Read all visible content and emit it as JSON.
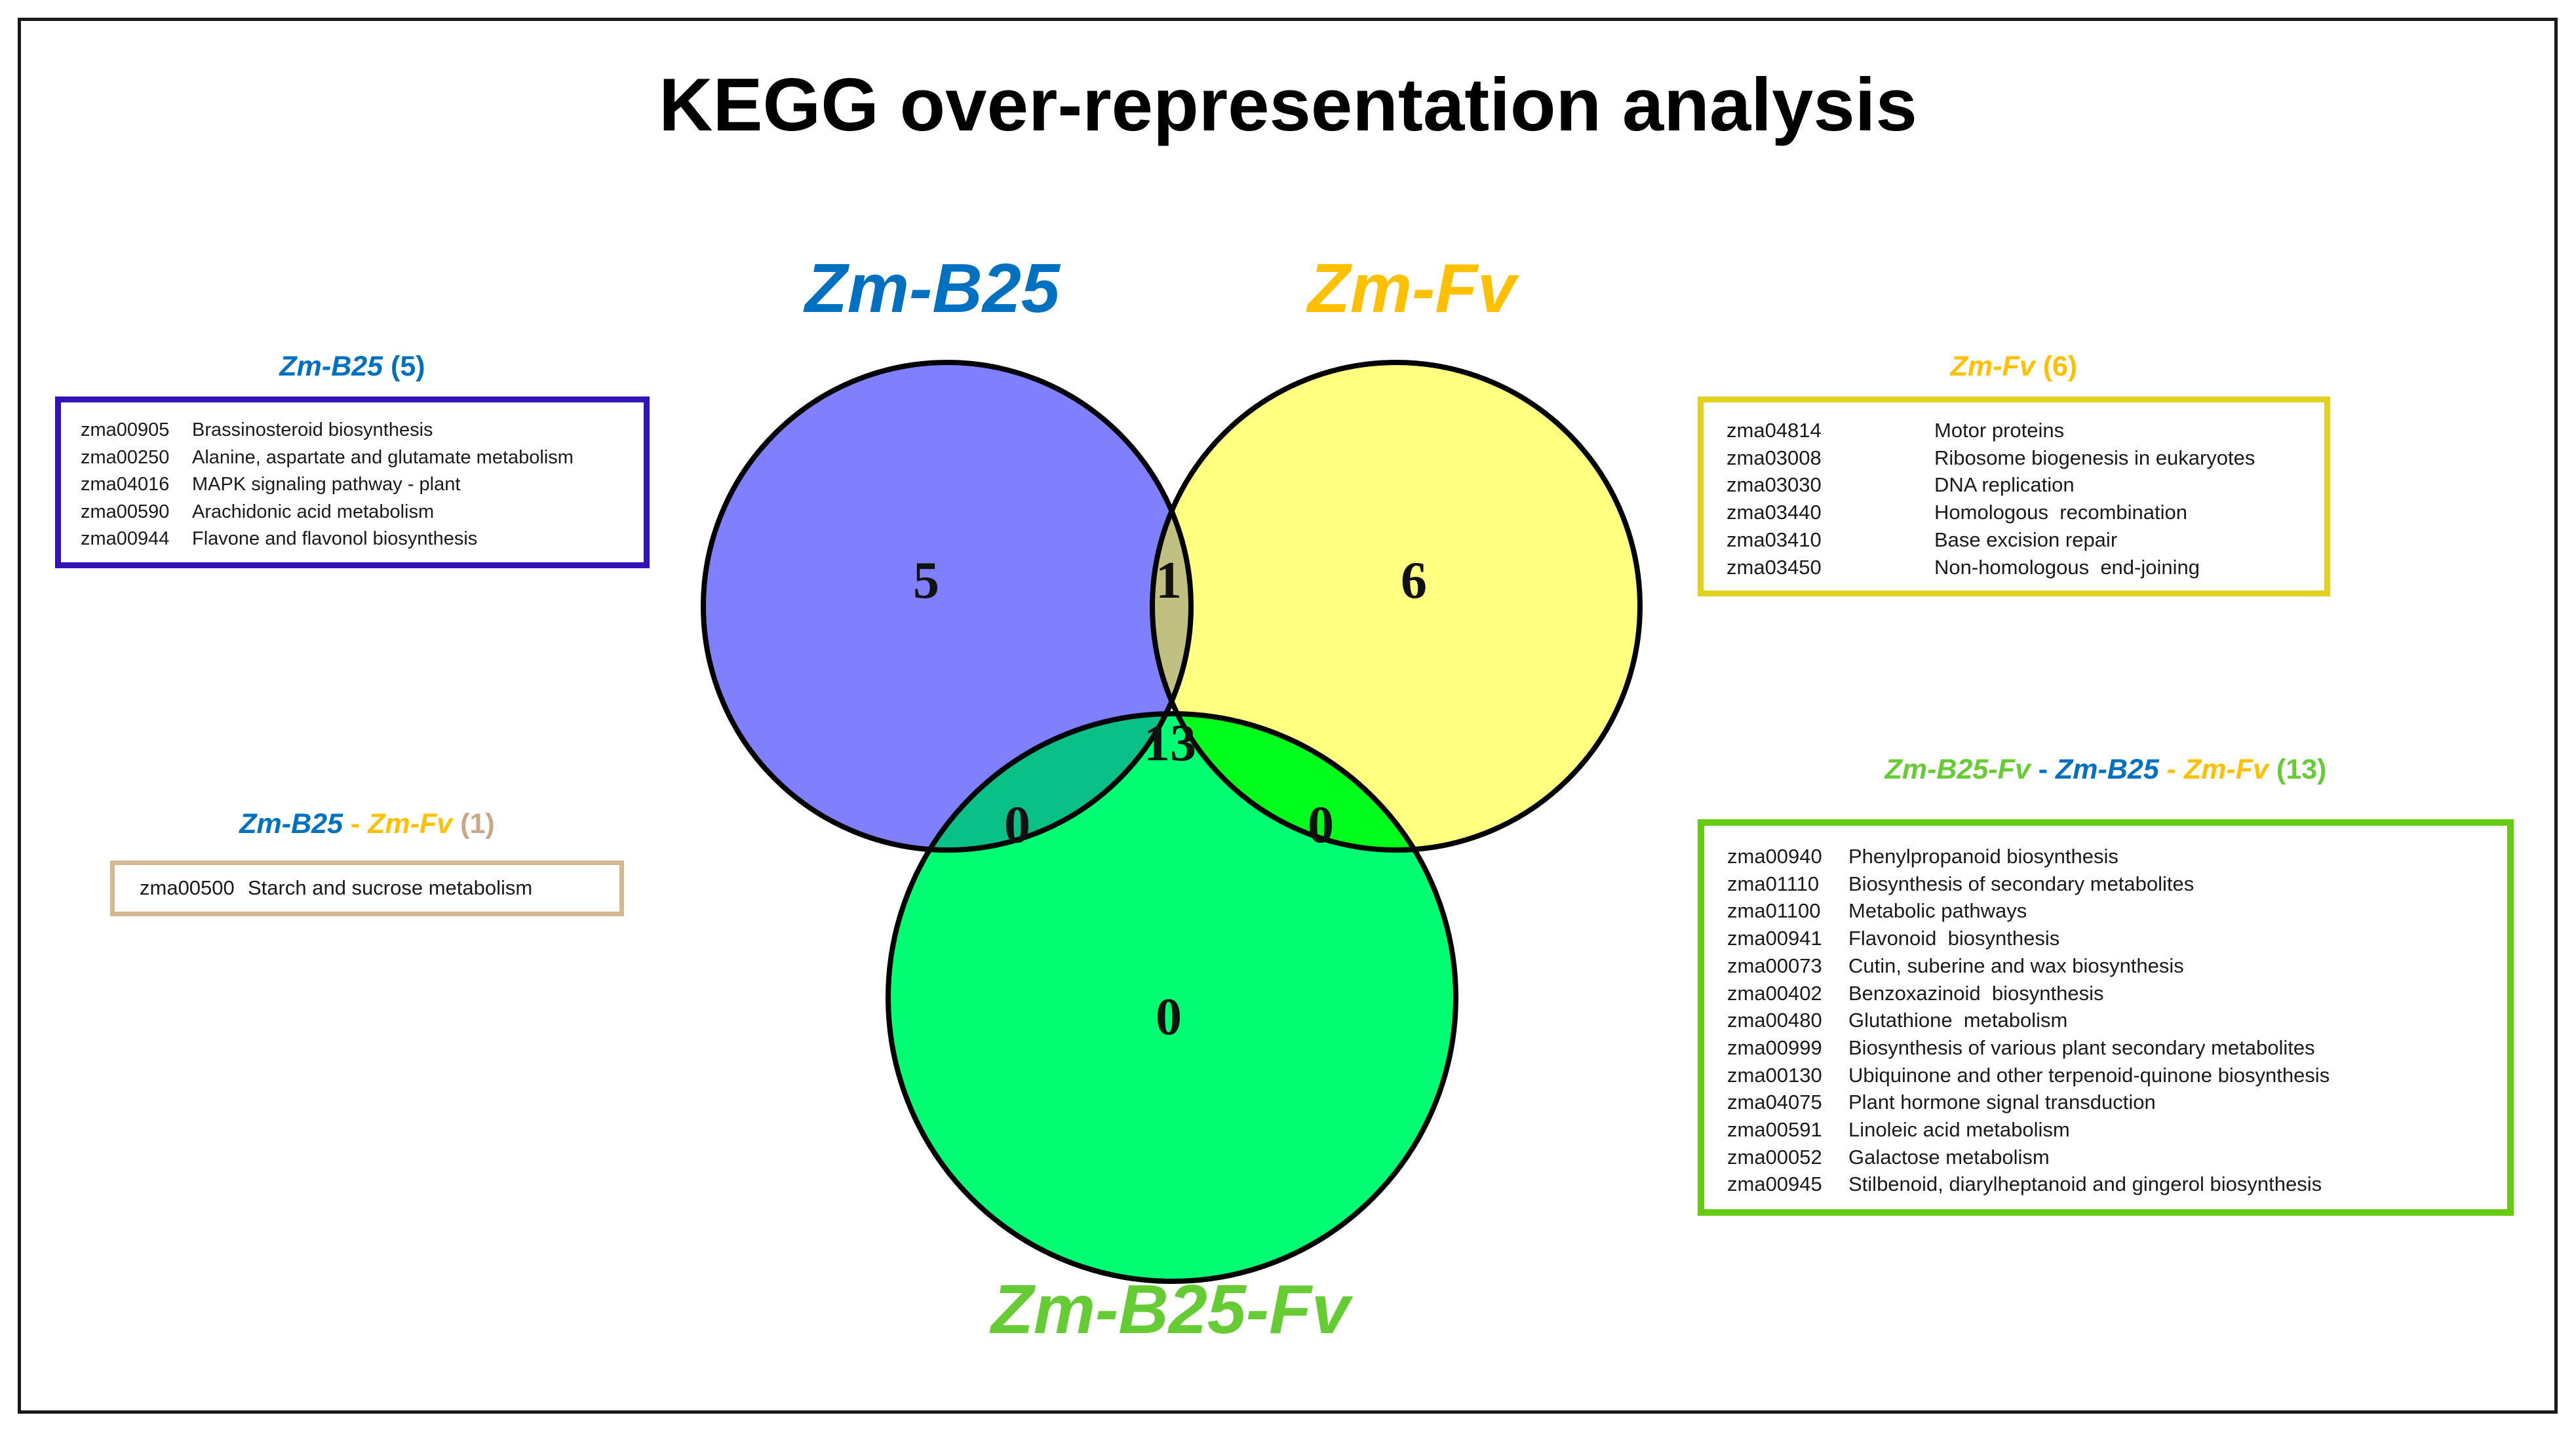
{
  "title": "KEGG over-representation analysis",
  "colors": {
    "b25": "#0070c0",
    "fv": "#ffc000",
    "b25fv": "#66cc33",
    "b25_box": "#3311bb",
    "fv_box": "#e0d21e",
    "combined_box": "#66cc11",
    "pair_box": "#d4b890",
    "pair_count": "#c8a888"
  },
  "venn": {
    "sets": [
      {
        "label": "Zm-B25",
        "fill": "#8080ff"
      },
      {
        "label": "Zm-Fv",
        "fill": "#ffff80"
      },
      {
        "label": "Zm-B25-Fv",
        "fill": "#00ff73"
      }
    ],
    "regions": {
      "b25_only": "5",
      "fv_only": "6",
      "b25fv_only": "0",
      "b25_fv": "1",
      "b25_b25fv": "0",
      "fv_b25fv": "0",
      "all": "13"
    },
    "region_fills": {
      "b25_fv": "#c0c080",
      "b25_b25fv": "#08c088",
      "fv_b25fv": "#00ff1a",
      "all": "#00d838"
    }
  },
  "boxes": {
    "b25": {
      "heading_name": "Zm-B25",
      "heading_count": "(5)",
      "rows": [
        {
          "id": "zma00905",
          "name": "Brassinosteroid biosynthesis"
        },
        {
          "id": "zma00250",
          "name": "Alanine, aspartate and glutamate metabolism"
        },
        {
          "id": "zma04016",
          "name": "MAPK signaling pathway - plant"
        },
        {
          "id": "zma00590",
          "name": "Arachidonic acid metabolism"
        },
        {
          "id": "zma00944",
          "name": "Flavone and flavonol biosynthesis"
        }
      ]
    },
    "fv": {
      "heading_name": "Zm-Fv",
      "heading_count": "(6)",
      "rows": [
        {
          "id": "zma04814",
          "name": "Motor proteins"
        },
        {
          "id": "zma03008",
          "name": "Ribosome biogenesis in eukaryotes"
        },
        {
          "id": "zma03030",
          "name": "DNA replication"
        },
        {
          "id": "zma03440",
          "name": "Homologous  recombination"
        },
        {
          "id": "zma03410",
          "name": "Base excision repair"
        },
        {
          "id": "zma03450",
          "name": "Non-homologous  end-joining"
        }
      ]
    },
    "pair": {
      "heading_a": "Zm-B25",
      "heading_sep": " - ",
      "heading_b": "Zm-Fv",
      "heading_count": "(1)",
      "rows": [
        {
          "id": "zma00500",
          "name": "Starch and sucrose metabolism"
        }
      ]
    },
    "combined": {
      "heading_a": "Zm-B25-Fv",
      "heading_sep1": " - ",
      "heading_b": "Zm-B25",
      "heading_sep2": " - ",
      "heading_c": "Zm-Fv",
      "heading_count": "(13)",
      "rows": [
        {
          "id": "zma00940",
          "name": "Phenylpropanoid biosynthesis"
        },
        {
          "id": "zma01110",
          "name": "Biosynthesis of secondary metabolites"
        },
        {
          "id": "zma01100",
          "name": "Metabolic pathways"
        },
        {
          "id": "zma00941",
          "name": "Flavonoid  biosynthesis"
        },
        {
          "id": "zma00073",
          "name": "Cutin, suberine and wax biosynthesis"
        },
        {
          "id": "zma00402",
          "name": "Benzoxazinoid  biosynthesis"
        },
        {
          "id": "zma00480",
          "name": "Glutathione  metabolism"
        },
        {
          "id": "zma00999",
          "name": "Biosynthesis of various plant secondary metabolites"
        },
        {
          "id": "zma00130",
          "name": "Ubiquinone and other terpenoid-quinone biosynthesis"
        },
        {
          "id": "zma04075",
          "name": "Plant hormone signal transduction"
        },
        {
          "id": "zma00591",
          "name": "Linoleic acid metabolism"
        },
        {
          "id": "zma00052",
          "name": "Galactose metabolism"
        },
        {
          "id": "zma00945",
          "name": "Stilbenoid, diarylheptanoid and gingerol biosynthesis"
        }
      ]
    }
  }
}
